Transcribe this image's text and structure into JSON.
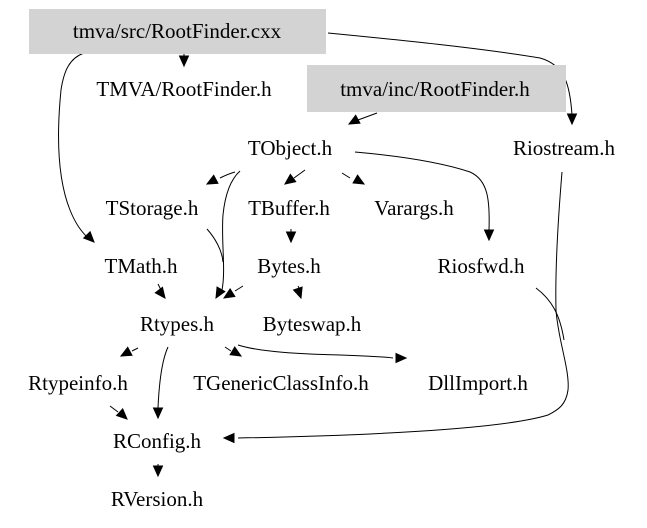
{
  "graph": {
    "type": "include-dependency-graph",
    "highlight_color": "#d3d3d3",
    "nodes": [
      {
        "id": "rootfinder_cxx",
        "label": "tmva/src/RootFinder.cxx",
        "highlighted": true
      },
      {
        "id": "tmva_rootfinder_h",
        "label": "TMVA/RootFinder.h",
        "highlighted": false
      },
      {
        "id": "inc_rootfinder_h",
        "label": "tmva/inc/RootFinder.h",
        "highlighted": true
      },
      {
        "id": "tobject_h",
        "label": "TObject.h",
        "highlighted": false
      },
      {
        "id": "riostream_h",
        "label": "Riostream.h",
        "highlighted": false
      },
      {
        "id": "tstorage_h",
        "label": "TStorage.h",
        "highlighted": false
      },
      {
        "id": "tbuffer_h",
        "label": "TBuffer.h",
        "highlighted": false
      },
      {
        "id": "varargs_h",
        "label": "Varargs.h",
        "highlighted": false
      },
      {
        "id": "tmath_h",
        "label": "TMath.h",
        "highlighted": false
      },
      {
        "id": "bytes_h",
        "label": "Bytes.h",
        "highlighted": false
      },
      {
        "id": "riosfwd_h",
        "label": "Riosfwd.h",
        "highlighted": false
      },
      {
        "id": "rtypes_h",
        "label": "Rtypes.h",
        "highlighted": false
      },
      {
        "id": "byteswap_h",
        "label": "Byteswap.h",
        "highlighted": false
      },
      {
        "id": "rtypeinfo_h",
        "label": "Rtypeinfo.h",
        "highlighted": false
      },
      {
        "id": "tgenericclassinfo_h",
        "label": "TGenericClassInfo.h",
        "highlighted": false
      },
      {
        "id": "dllimport_h",
        "label": "DllImport.h",
        "highlighted": false
      },
      {
        "id": "rconfig_h",
        "label": "RConfig.h",
        "highlighted": false
      },
      {
        "id": "rversion_h",
        "label": "RVersion.h",
        "highlighted": false
      }
    ],
    "edges": [
      {
        "from": "rootfinder_cxx",
        "to": "tmva_rootfinder_h"
      },
      {
        "from": "rootfinder_cxx",
        "to": "tmath_h"
      },
      {
        "from": "rootfinder_cxx",
        "to": "riostream_h"
      },
      {
        "from": "inc_rootfinder_h",
        "to": "tobject_h"
      },
      {
        "from": "tobject_h",
        "to": "tstorage_h"
      },
      {
        "from": "tobject_h",
        "to": "tbuffer_h"
      },
      {
        "from": "tobject_h",
        "to": "varargs_h"
      },
      {
        "from": "tobject_h",
        "to": "riosfwd_h"
      },
      {
        "from": "tobject_h",
        "to": "rtypes_h"
      },
      {
        "from": "tstorage_h",
        "to": "rtypes_h"
      },
      {
        "from": "tbuffer_h",
        "to": "bytes_h"
      },
      {
        "from": "tmath_h",
        "to": "rtypes_h"
      },
      {
        "from": "bytes_h",
        "to": "rtypes_h"
      },
      {
        "from": "bytes_h",
        "to": "byteswap_h"
      },
      {
        "from": "riosfwd_h",
        "to": "rconfig_h"
      },
      {
        "from": "riostream_h",
        "to": "rconfig_h"
      },
      {
        "from": "rtypes_h",
        "to": "rtypeinfo_h"
      },
      {
        "from": "rtypes_h",
        "to": "tgenericclassinfo_h"
      },
      {
        "from": "rtypes_h",
        "to": "dllimport_h"
      },
      {
        "from": "rtypes_h",
        "to": "rconfig_h"
      },
      {
        "from": "rtypeinfo_h",
        "to": "rconfig_h"
      },
      {
        "from": "rconfig_h",
        "to": "rversion_h"
      }
    ]
  }
}
